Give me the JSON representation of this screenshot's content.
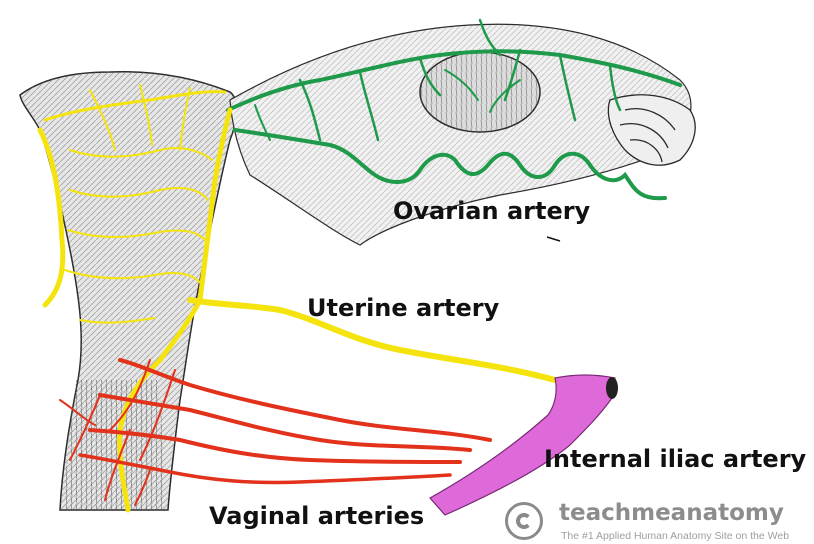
{
  "labels": {
    "ovarian": "Ovarian artery",
    "uterine": "Uterine artery",
    "internal_iliac": "Internal iliac artery",
    "vaginal": "Vaginal arteries"
  },
  "watermark": {
    "brand": "teachmeanatomy",
    "tagline": "The #1 Applied Human Anatomy Site on the Web",
    "icon": "copyright-icon"
  },
  "colors": {
    "ovarian": "#1e9a4a",
    "uterine": "#f5e30e",
    "vaginal": "#e2321c",
    "internal_iliac": "#dd6ad8",
    "tissue_ink": "#2a2a2a"
  }
}
